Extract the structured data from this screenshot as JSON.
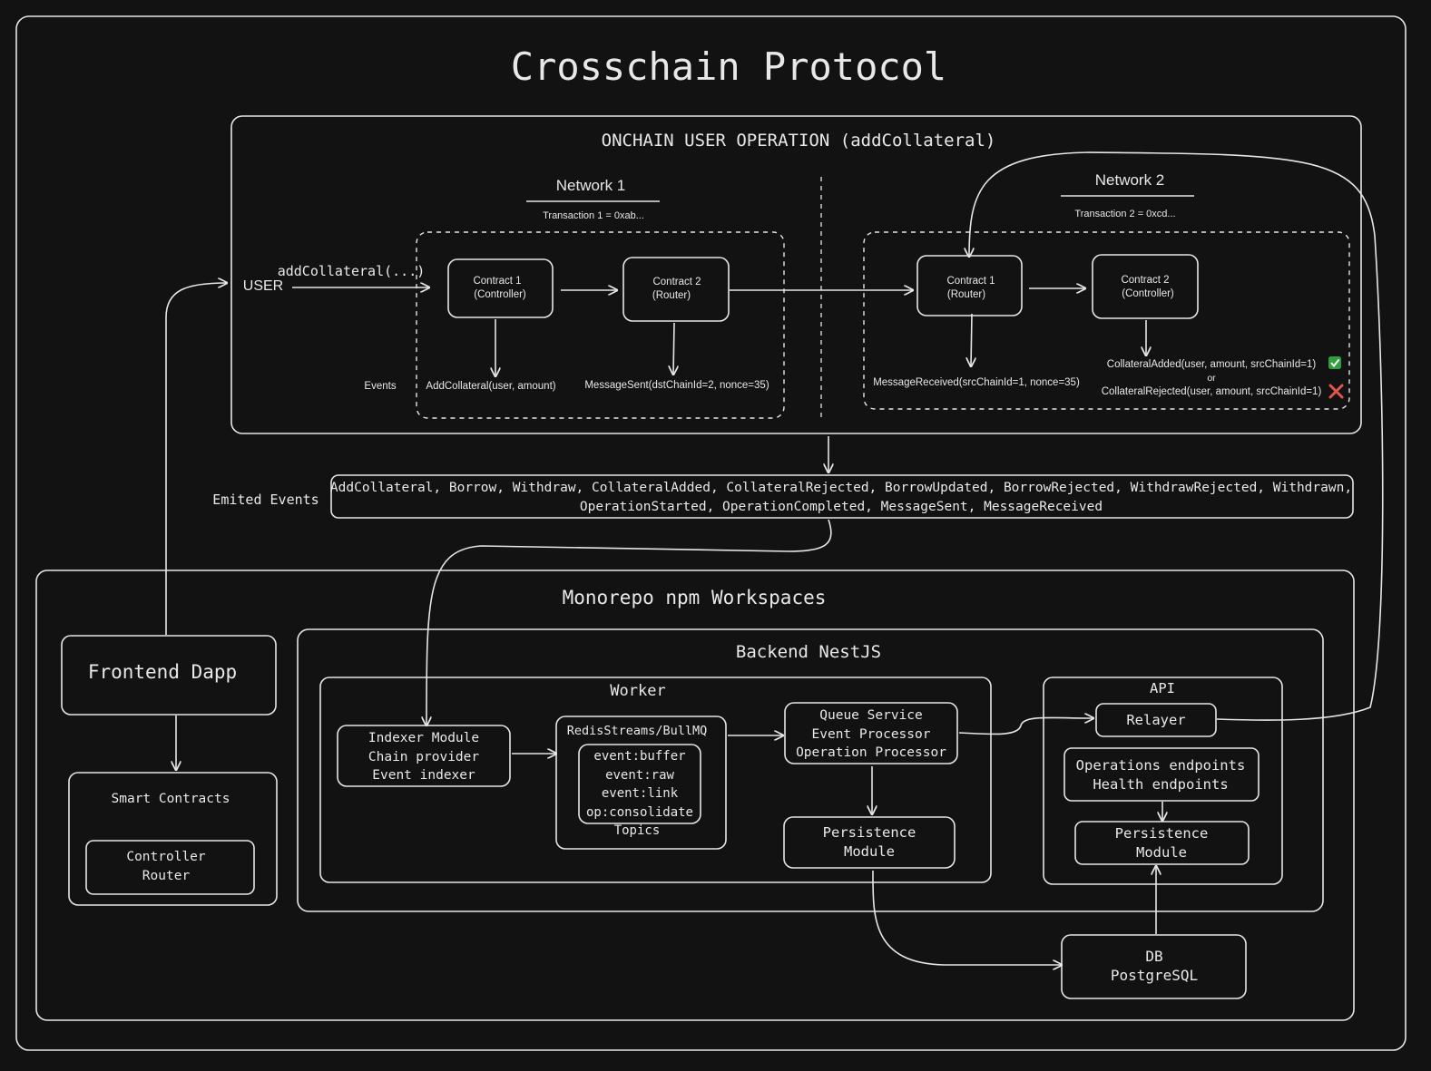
{
  "title": "Crosschain Protocol",
  "onchain": {
    "title": "ONCHAIN USER OPERATION (addCollateral)",
    "user": "USER",
    "user_call": "addCollateral(...)",
    "events_label": "Events",
    "network1": {
      "title": "Network 1",
      "tx": "Transaction 1 = 0xab...",
      "contract1": [
        "Contract 1",
        "(Controller)"
      ],
      "contract2": [
        "Contract 2",
        "(Router)"
      ],
      "event1": "AddCollateral(user, amount)",
      "event2": "MessageSent(dstChainId=2, nonce=35)"
    },
    "network2": {
      "title": "Network 2",
      "tx": "Transaction 2 = 0xcd...",
      "contract1": [
        "Contract 1",
        "(Router)"
      ],
      "contract2": [
        "Contract 2",
        "(Controller)"
      ],
      "event1": "MessageReceived(srcChainId=1, nonce=35)",
      "event2a": "CollateralAdded(user, amount, srcChainId=1)",
      "or": "or",
      "event2b": "CollateralRejected(user, amount, srcChainId=1)"
    }
  },
  "emitted": {
    "label": "Emited Events",
    "line1": "AddCollateral, Borrow, Withdraw, CollateralAdded, CollateralRejected, BorrowUpdated, BorrowRejected, WithdrawRejected, Withdrawn,",
    "line2": "OperationStarted, OperationCompleted, MessageSent, MessageReceived"
  },
  "monorepo": {
    "title": "Monorepo npm Workspaces",
    "frontend": "Frontend Dapp",
    "smart_contracts": {
      "title": "Smart Contracts",
      "lines": [
        "Controller",
        "Router"
      ]
    },
    "backend": {
      "title": "Backend NestJS",
      "worker": {
        "title": "Worker",
        "indexer": [
          "Indexer Module",
          "Chain provider",
          "Event indexer"
        ],
        "redis_title": "RedisStreams/BullMQ",
        "topics": [
          "event:buffer",
          "event:raw",
          "event:link",
          "op:consolidate"
        ],
        "topics_label": "Topics",
        "queue": [
          "Queue Service",
          "Event Processor",
          "Operation Processor"
        ],
        "persistence": [
          "Persistence",
          "Module"
        ]
      },
      "api": {
        "title": "API",
        "relayer": "Relayer",
        "endpoints": [
          "Operations endpoints",
          "Health endpoints"
        ],
        "persistence": [
          "Persistence",
          "Module"
        ]
      }
    },
    "db": [
      "DB",
      "PostgreSQL"
    ]
  },
  "colors": {
    "background": "#121212",
    "stroke": "#e6e6e6",
    "check": "#2e9e3e",
    "cross": "#e0564a"
  },
  "icons": [
    "check-icon",
    "cross-icon"
  ]
}
